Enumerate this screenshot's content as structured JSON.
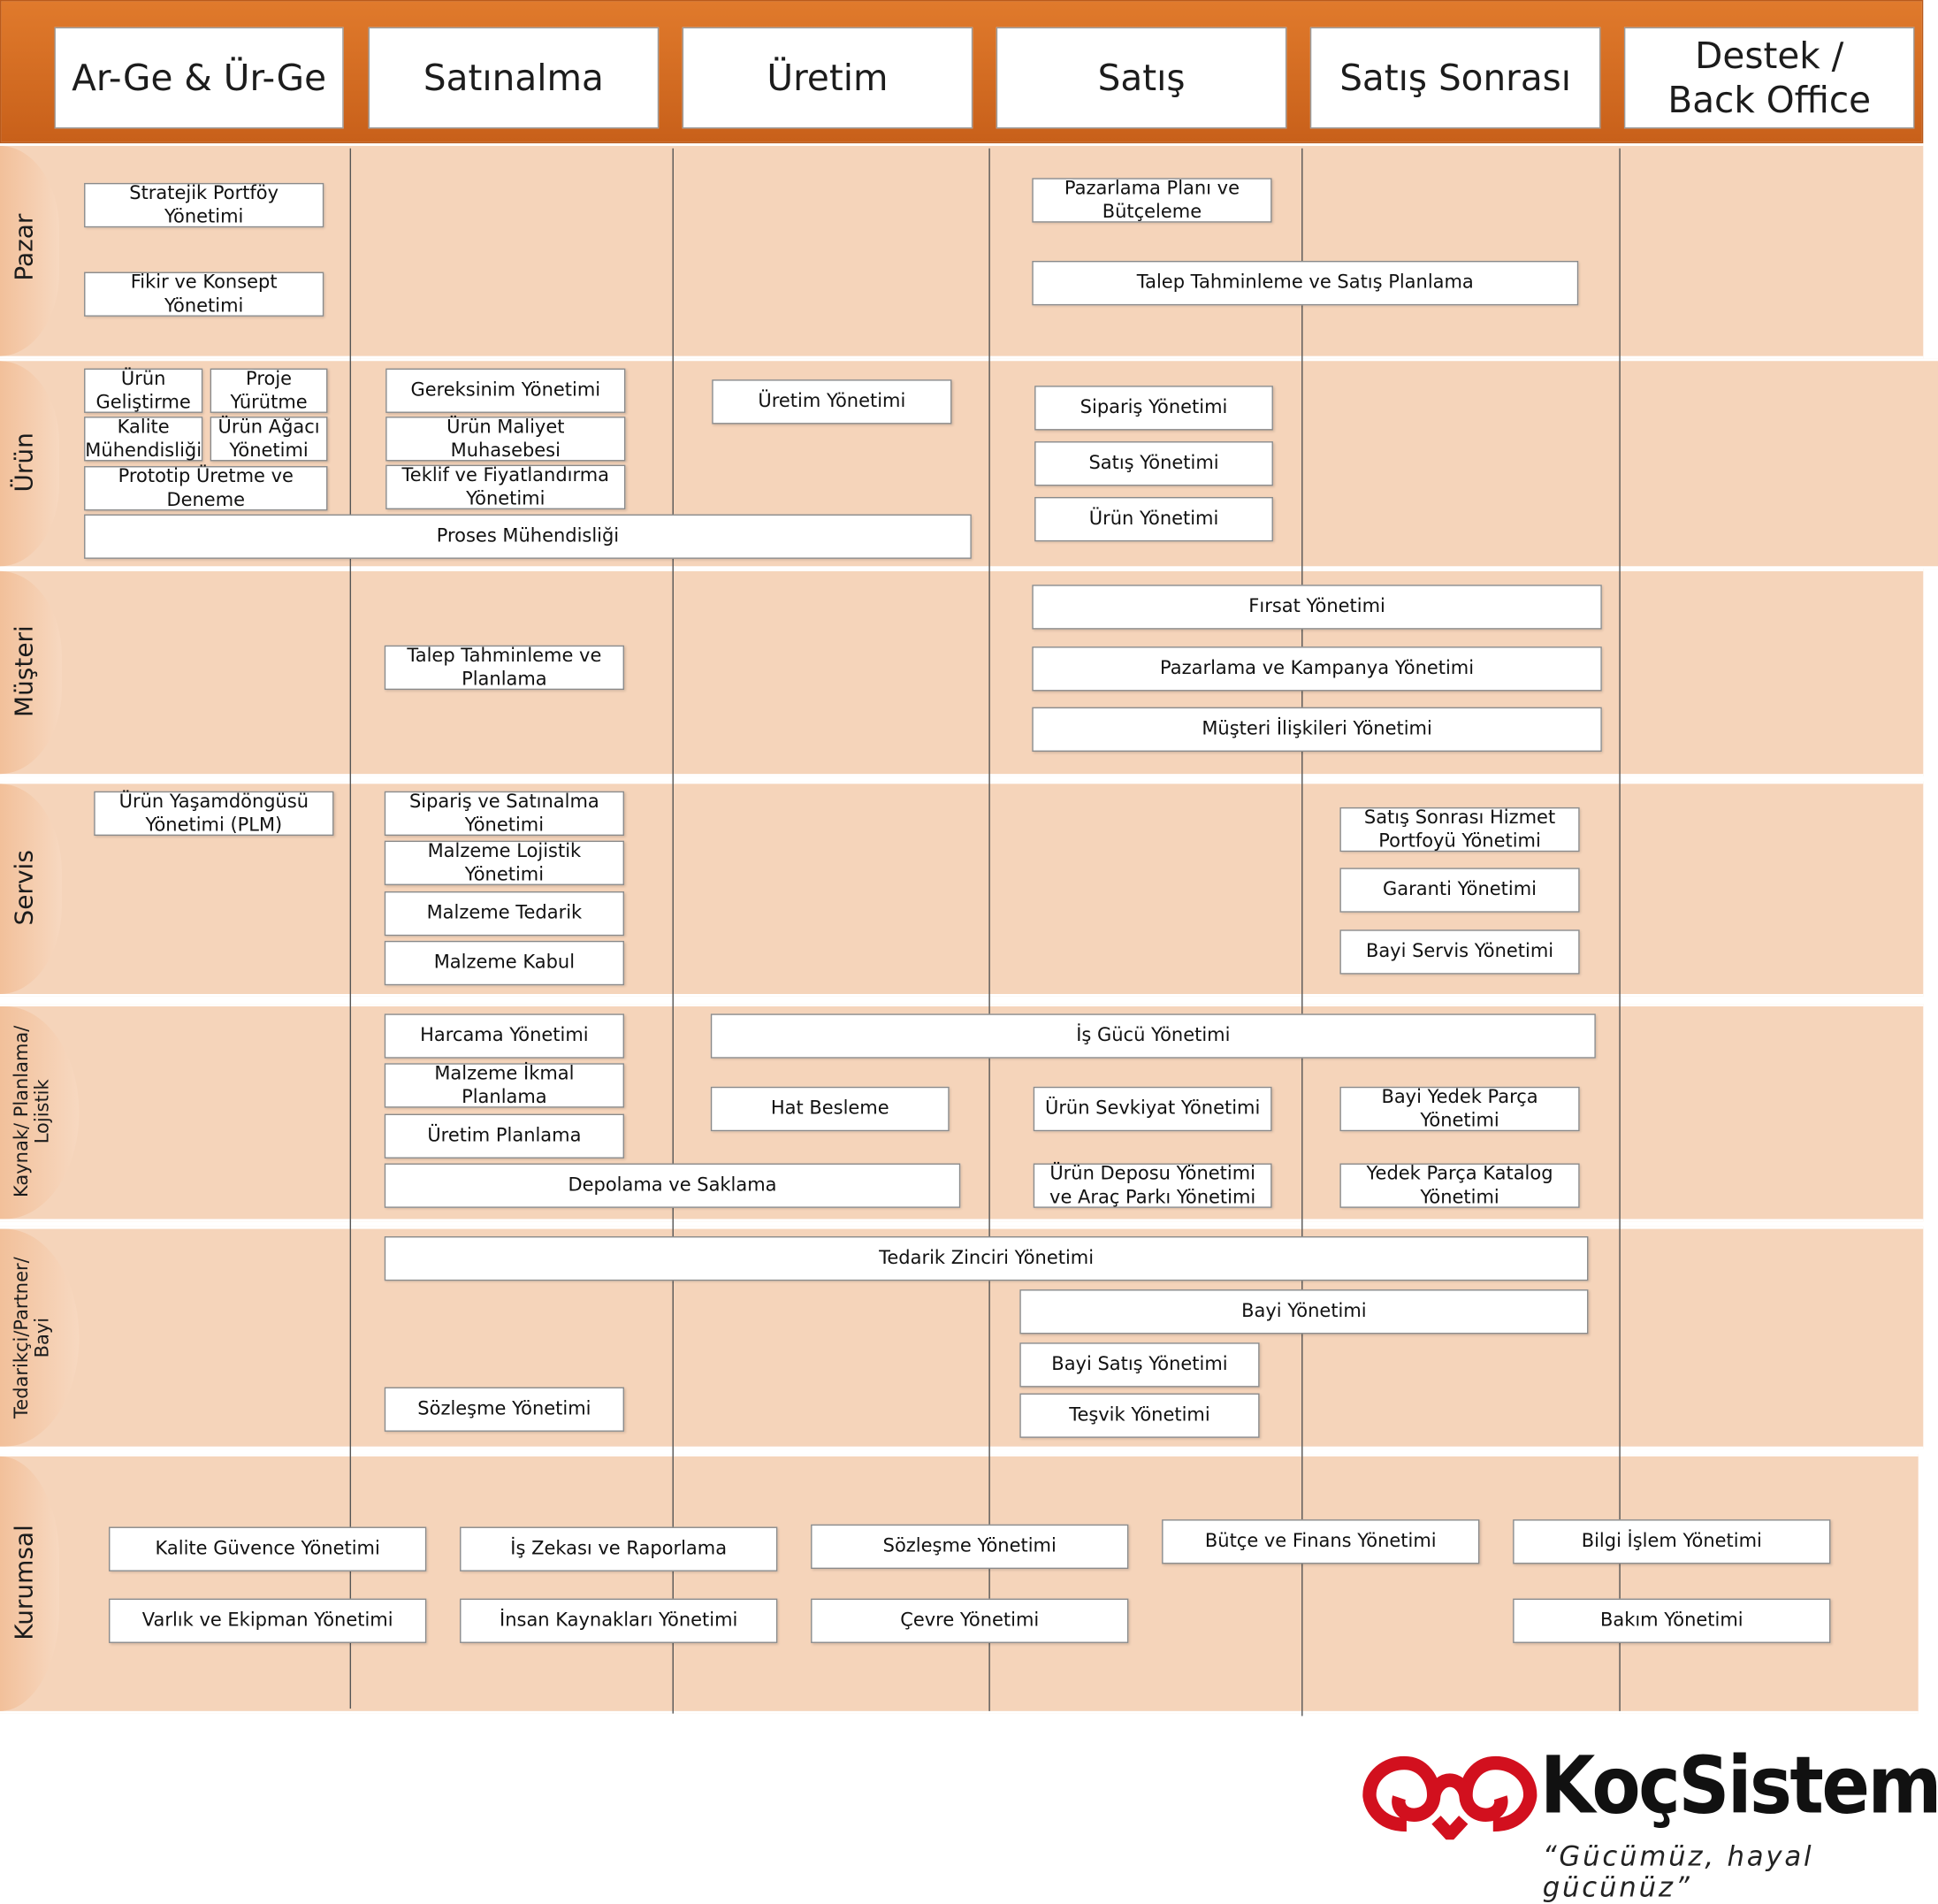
{
  "columns": [
    "Ar-Ge & Ür-Ge",
    "Satınalma",
    "Üretim",
    "Satış",
    "Satış Sonrası",
    "Destek /\nBack Office"
  ],
  "lanes": [
    "Pazar",
    "Ürün",
    "Müşteri",
    "Servis",
    "Kaynak/ Planlama/\nLojistik",
    "Tedarikçi/Partner/\nBayi",
    "Kurumsal"
  ],
  "boxes": {
    "pazar": [
      "Stratejik Portföy Yönetimi",
      "Fikir ve Konsept Yönetimi",
      "Pazarlama Planı ve Bütçeleme",
      "Talep Tahminleme ve Satış Planlama"
    ],
    "urun": [
      "Ürün Geliştirme",
      "Proje Yürütme",
      "Kalite Mühendisliği",
      "Ürün Ağacı Yönetimi",
      "Prototip Üretme ve Deneme",
      "Gereksinim Yönetimi",
      "Ürün Maliyet Muhasebesi",
      "Teklif ve Fiyatlandırma Yönetimi",
      "Üretim Yönetimi",
      "Sipariş Yönetimi",
      "Satış Yönetimi",
      "Ürün Yönetimi",
      "Proses Mühendisliği"
    ],
    "musteri": [
      "Talep Tahminleme ve Planlama",
      "Fırsat Yönetimi",
      "Pazarlama ve Kampanya Yönetimi",
      "Müşteri İlişkileri Yönetimi"
    ],
    "servis": [
      "Ürün Yaşamdöngüsü Yönetimi (PLM)",
      "Sipariş ve Satınalma Yönetimi",
      "Malzeme Lojistik Yönetimi",
      "Malzeme Tedarik",
      "Malzeme Kabul",
      "Satış Sonrası Hizmet Portfoyü Yönetimi",
      "Garanti Yönetimi",
      "Bayi Servis Yönetimi"
    ],
    "kaynak": [
      "Harcama Yönetimi",
      "Malzeme İkmal Planlama",
      "Üretim Planlama",
      "Depolama ve Saklama",
      "İş Gücü Yönetimi",
      "Hat Besleme",
      "Ürün Sevkiyat Yönetimi",
      "Ürün Deposu Yönetimi ve Araç Parkı Yönetimi",
      "Bayi Yedek Parça Yönetimi",
      "Yedek Parça Katalog Yönetimi"
    ],
    "tedarikci": [
      "Tedarik Zinciri Yönetimi",
      "Bayi Yönetimi",
      "Bayi Satış Yönetimi",
      "Teşvik Yönetimi",
      "Sözleşme Yönetimi"
    ],
    "kurumsal": [
      "Kalite Güvence Yönetimi",
      "Varlık ve Ekipman Yönetimi",
      "İş Zekası ve Raporlama",
      "İnsan Kaynakları Yönetimi",
      "Sözleşme Yönetimi",
      "Çevre Yönetimi",
      "Bütçe ve Finans Yönetimi",
      "Bilgi İşlem Yönetimi",
      "Bakım Yönetimi"
    ]
  },
  "brand": {
    "name": "KoçSistem",
    "slogan": "“Gücümüz, hayal gücünüz”",
    "logo_color": "#d2101e"
  },
  "colors": {
    "header": "#d2691e",
    "lane": "#f5d4ba",
    "lane_tab": "#f2c09a"
  }
}
